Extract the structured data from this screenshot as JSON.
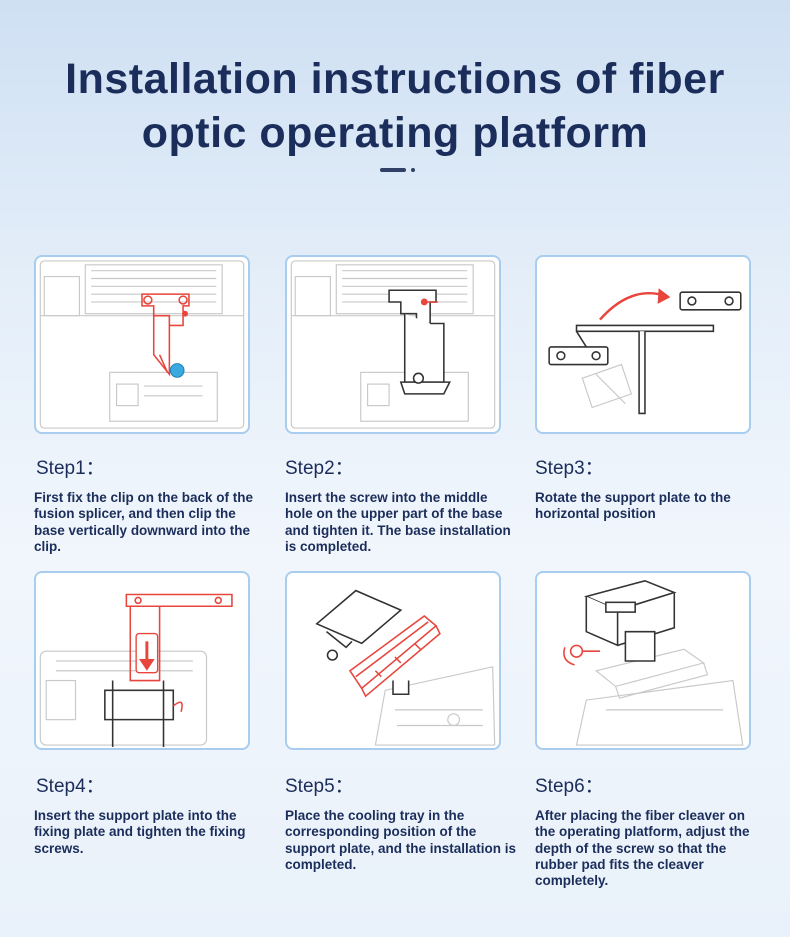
{
  "page": {
    "title_line1": "Installation instructions of fiber",
    "title_line2": "optic operating platform"
  },
  "colors": {
    "title": "#1b2d5a",
    "card_border": "#a8cdee",
    "highlight_red": "#e8453c",
    "highlight_blue": "#3aa9e0"
  },
  "steps": [
    {
      "title": "Step1：",
      "text": "First fix the clip on the back of the fusion splicer, and then clip the base vertically downward into the clip.",
      "illustration": "clip-on-splicer"
    },
    {
      "title": "Step2：",
      "text": "Insert the screw into the middle hole on the upper part of the base and tighten it. The base installation is completed.",
      "illustration": "base-screw"
    },
    {
      "title": "Step3：",
      "text": "Rotate the support plate to the horizontal position",
      "illustration": "rotate-plate"
    },
    {
      "title": "Step4：",
      "text": "Insert the support plate into the fixing plate and tighten the fixing screws.",
      "illustration": "insert-plate"
    },
    {
      "title": "Step5：",
      "text": "Place the cooling tray in the corresponding position of the support plate, and the installation is completed.",
      "illustration": "cooling-tray"
    },
    {
      "title": "Step6：",
      "text": "After placing the fiber cleaver on the operating platform, adjust the depth of the screw so that the rubber pad fits the cleaver completely.",
      "illustration": "cleaver-adjust"
    }
  ]
}
